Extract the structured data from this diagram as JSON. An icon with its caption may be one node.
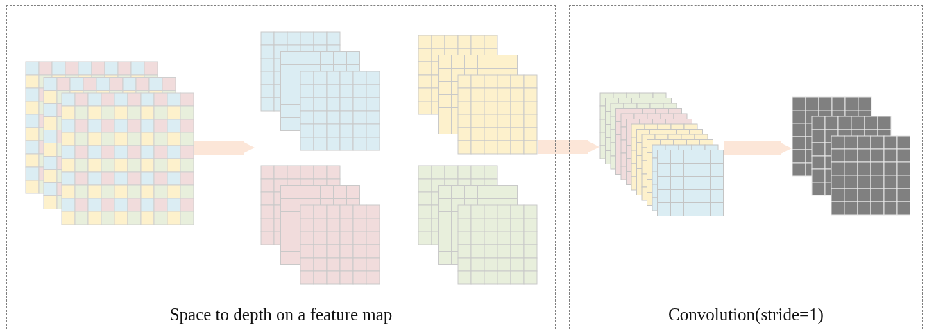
{
  "diagram": {
    "nodes": [
      {
        "text": [
          "Space to depth on a feature map"
        ]
      },
      {
        "text": [
          "Convolution(stride=1)"
        ]
      },
      {
        "text": [],
        "shape": "picture",
        "in": 0
      },
      {
        "text": [],
        "shape": "picture",
        "in": 0
      },
      {
        "text": [],
        "shape": "picture",
        "in": 1
      },
      {
        "text": [],
        "shape": "picture",
        "in": 1
      }
    ],
    "edges": [
      {
        "from": 2,
        "to": 3,
        "arrow": "to"
      },
      {
        "from": 3,
        "to": 4,
        "arrow": "to"
      },
      {
        "from": 4,
        "to": 5,
        "arrow": "to"
      }
    ]
  }
}
